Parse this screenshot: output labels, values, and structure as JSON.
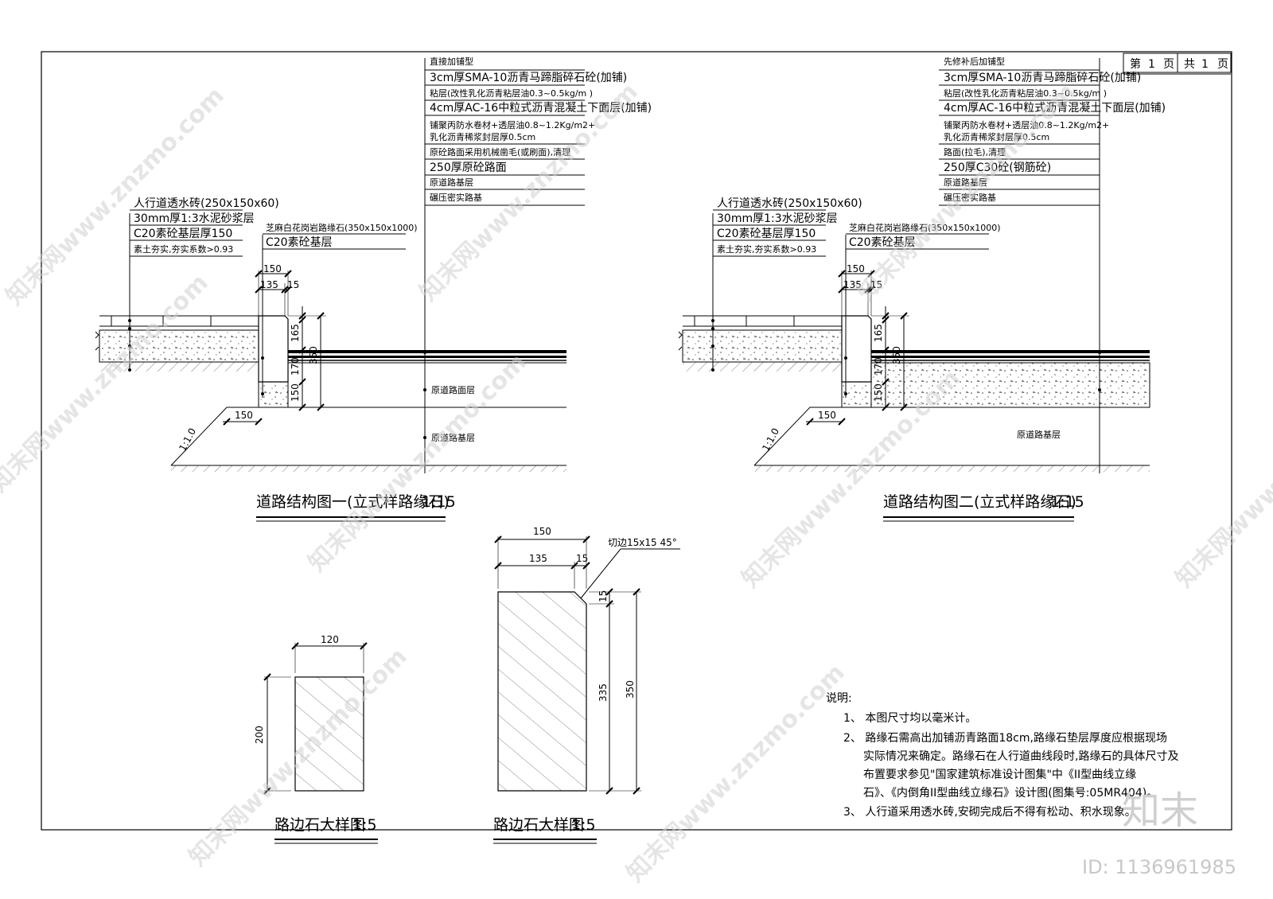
{
  "page_number": {
    "label1": "第",
    "num": "1",
    "label2": "页",
    "label3": "共",
    "total": "1",
    "label4": "页"
  },
  "diagram1": {
    "title": "道路结构图一(立式样路缘石)",
    "scale": "1:15",
    "road_callout": [
      "直接加铺型",
      "3cm厚SMA-10沥青马蹄脂碎石砼(加铺)",
      "粘层(改性乳化沥青粘层油0.3~0.5kg/m )",
      "4cm厚AC-16中粒式沥青混凝土下面层(加铺)",
      "铺聚丙防水卷材+透层油0.8~1.2Kg/m2+",
      "乳化沥青稀浆封层厚0.5cm",
      "原砼路面采用机械凿毛(或刷面),清理",
      "250厚原砼路面",
      "原道路基层",
      "碾压密实路基"
    ],
    "sidewalk_callout": [
      "人行道透水砖(250x150x60)",
      "30mm厚1:3水泥砂浆层",
      "C20素砼基层厚150",
      "素土夯实,夯实系数>0.93"
    ],
    "curb_callout": [
      "芝麻白花岗岩路缘石(350x150x1000)",
      "C20素砼基层"
    ],
    "layer_labels": [
      "原道路面层",
      "原道路基层"
    ],
    "slope": "1:1.0"
  },
  "diagram2": {
    "title": "道路结构图二(立式样路缘石)",
    "scale": "1:15",
    "road_callout": [
      "先修补后加铺型",
      "3cm厚SMA-10沥青马蹄脂碎石砼(加铺)",
      "粘层(改性乳化沥青粘层油0.3~0.5kg/m )",
      "4cm厚AC-16中粒式沥青混凝土下面层(加铺)",
      "铺聚丙防水卷材+透层油0.8~1.2Kg/m2+",
      "乳化沥青稀浆封层厚0.5cm",
      "路面(拉毛),清理",
      "250厚C30砼(钢筋砼)",
      "原道路基层",
      "碾压密实路基"
    ],
    "sidewalk_callout": [
      "人行道透水砖(250x150x60)",
      "30mm厚1:3水泥砂浆层",
      "C20素砼基层厚150",
      "素土夯实,夯实系数>0.93"
    ],
    "curb_callout": [
      "芝麻白花岗岩路缘石(350x150x1000)",
      "C20素砼基层"
    ],
    "layer_labels": [
      "原道路基层"
    ],
    "slope": "1:1.0"
  },
  "dims_section": {
    "d150": "150",
    "d135": "135",
    "d15": "15",
    "d165": "165",
    "d170": "170",
    "d350": "350",
    "d150b": "150",
    "d150c": "150"
  },
  "detail_small": {
    "title": "路边石大样图",
    "scale": "1:5",
    "width": "120",
    "height": "200"
  },
  "detail_large": {
    "title": "路边石大样图",
    "scale": "1:5",
    "w150": "150",
    "w135": "135",
    "w15": "15",
    "chamfer": "切边15x15 45°",
    "h15": "15",
    "h335": "335",
    "h350": "350"
  },
  "notes": {
    "heading": "说明:",
    "items": [
      "1、 本图尺寸均以毫米计。",
      "2、 路缘石需高出加铺沥青路面18cm,路缘石垫层厚度应根据现场",
      "实际情况来确定。路缘石在人行道曲线段时,路缘石的具体尺寸及",
      "布置要求参见\"国家建筑标准设计图集\"中《II型曲线立缘",
      "石》、《内倒角II型曲线立缘石》设计图(图集号:05MR404)。",
      "3、 人行道采用透水砖,安砌完成后不得有松动、积水现象。"
    ]
  },
  "watermark": {
    "text": "知末网www.znzmo.com",
    "brand": "知末",
    "id": "ID: 1136961985"
  }
}
